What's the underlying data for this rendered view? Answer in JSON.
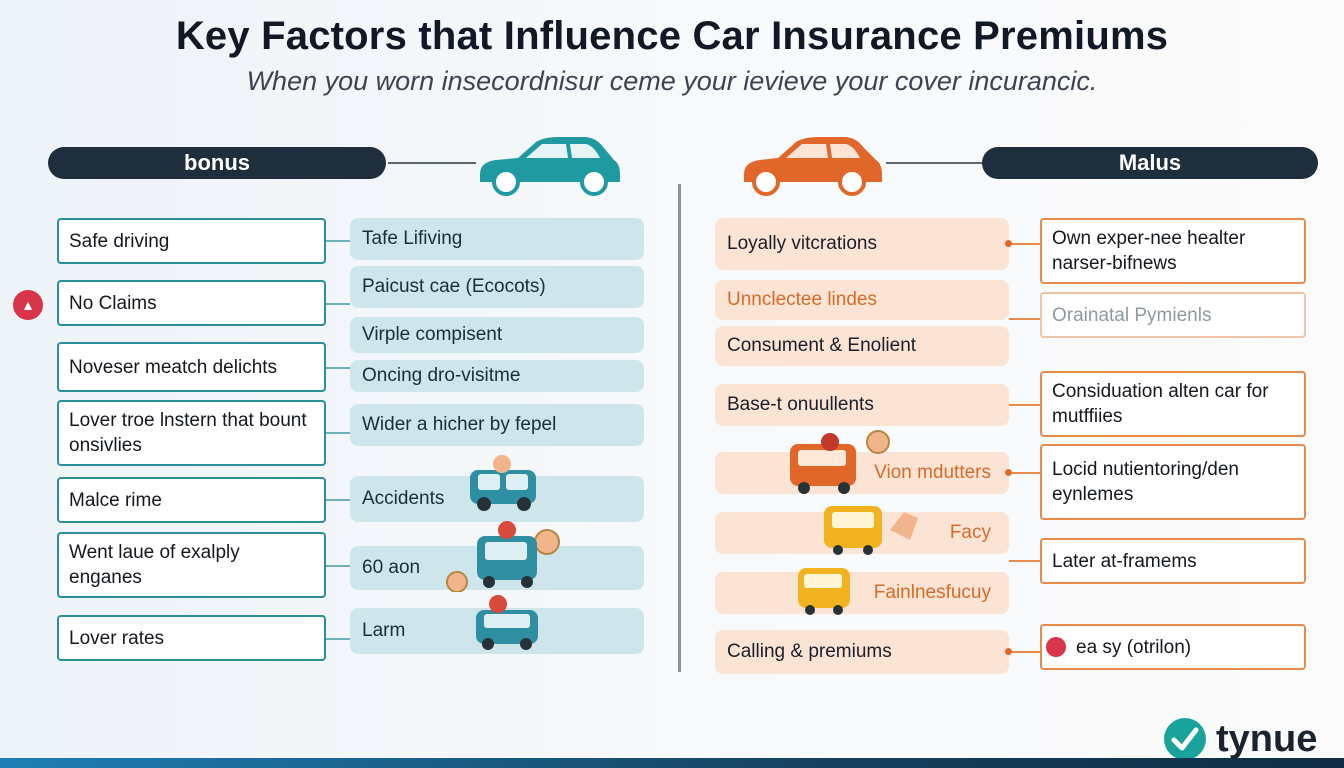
{
  "header": {
    "title": "Key Factors that Influence Car Insurance Premiums",
    "subtitle": "When you worn insecordnisur ceme your ievieve your cover incurancic."
  },
  "bonus": {
    "label": "bonus",
    "color": "#2b8f9a",
    "left_boxes": [
      "Safe driving",
      "No Claims",
      "Noveser meatch delichts",
      "Lover troe lnstern that bount onsivlies",
      "Malce rime",
      "Went laue of exalply enganes",
      "Lover rates"
    ],
    "middle_boxes": [
      "Tafe Lifiving",
      "Paicust cae (Ecocots)",
      "Virple compisent",
      "Oncing dro-visitme",
      "Wider a hicher by fepel",
      "Accidents",
      "60 aon",
      "Larm"
    ]
  },
  "malus": {
    "label": "Malus",
    "color": "#e06a2c",
    "middle_boxes": [
      "Loyally vitcrations",
      "Unnclectee lindes",
      "Consument & Enolient",
      "Base-t onuullents",
      "Vion mdutters",
      "Facy",
      "Fainlnesfucuy",
      "Calling & premiums"
    ],
    "right_boxes": [
      "Own exper-nee healter narser-bifnews",
      "Orainatal Pymienls",
      "Considuation alten car for mutffiies",
      "Locid nutientoring/den eynlemes",
      "Later at-framems",
      "ea sy (otrilon)"
    ]
  },
  "logo": {
    "text": "tynue",
    "color": "#1aa39a"
  }
}
